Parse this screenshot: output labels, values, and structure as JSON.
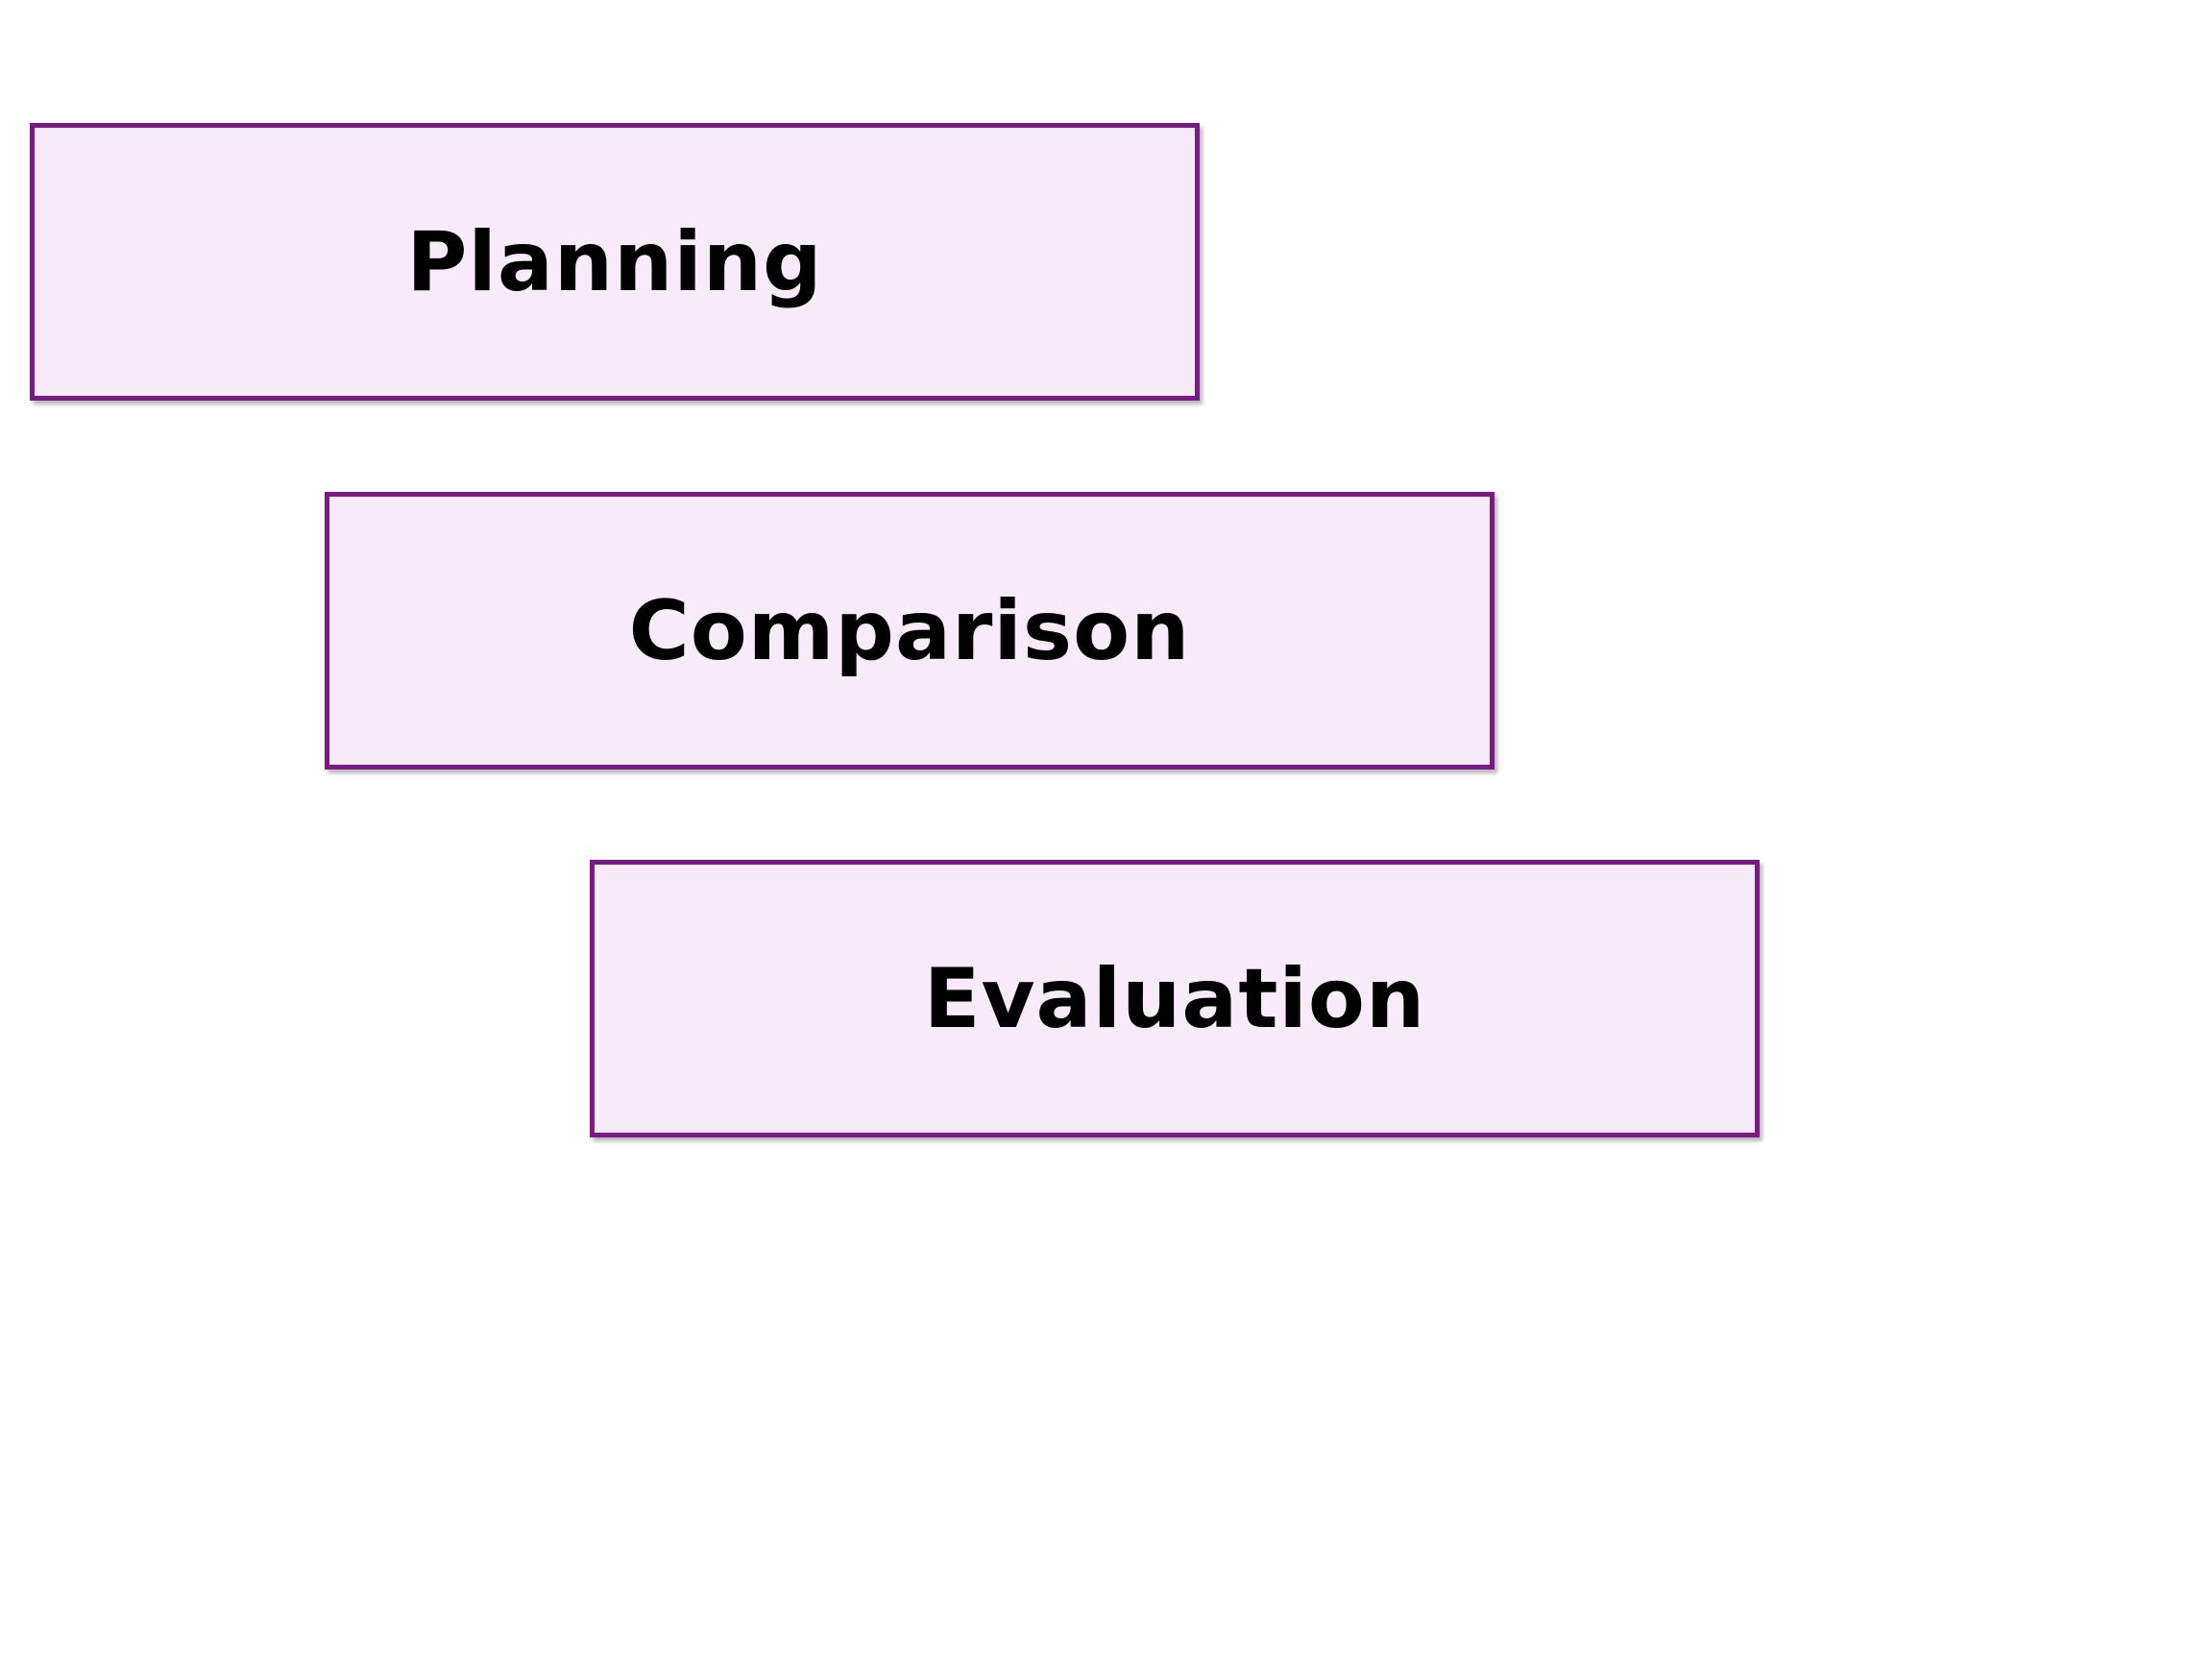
{
  "diagram": {
    "steps": [
      {
        "label": "Planning"
      },
      {
        "label": "Comparison"
      },
      {
        "label": "Evaluation"
      }
    ],
    "colors": {
      "box_border": "#7b1a86",
      "box_fill": "#f8ebf9",
      "text": "#000000",
      "background": "#ffffff"
    }
  }
}
